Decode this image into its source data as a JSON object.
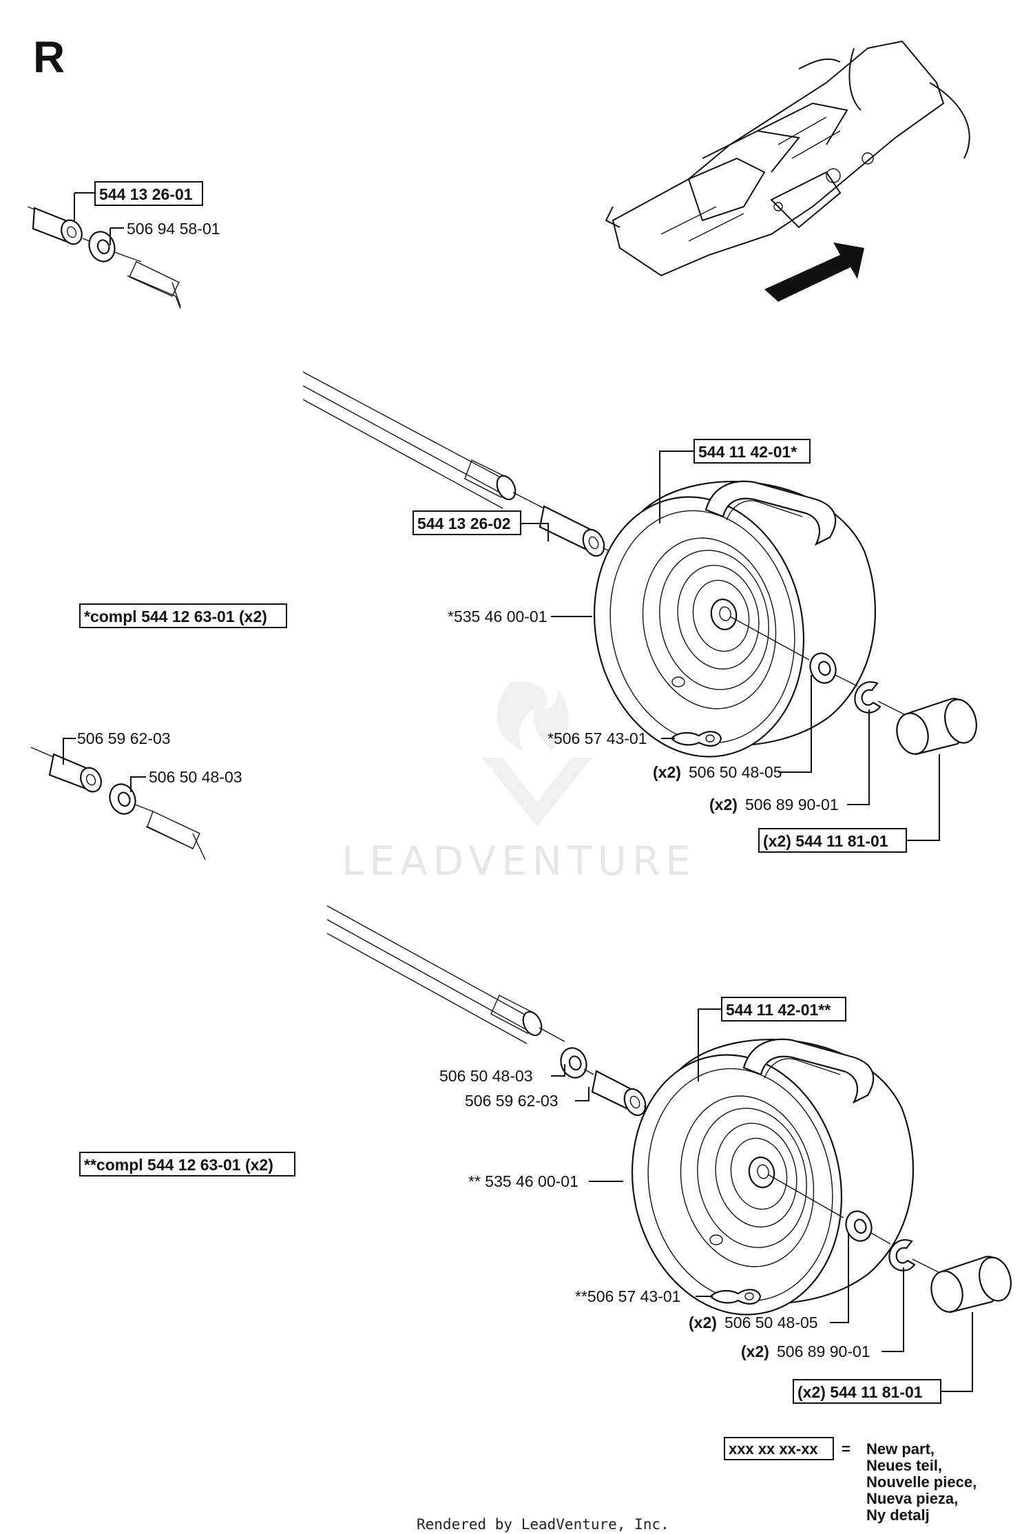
{
  "section_letter": "R",
  "watermark": "LEADVENTURE",
  "footer": "Rendered by LeadVenture, Inc.",
  "callouts": {
    "top_left_bushing": "544 13 26-01",
    "top_left_washer": "506 94 58-01",
    "a_kit": "*compl 544 12 63-01 (x2)",
    "a_wheel": "544 11 42-01*",
    "a_bushing": "544 13 26-02",
    "a_tire": "*535 46 00-01",
    "a_valve": "*506 57 43-01",
    "a_washer_qty": "(x2)",
    "a_washer": "506 50 48-05",
    "a_clip_qty": "(x2)",
    "a_clip": "506 89 90-01",
    "a_cap": "(x2) 544 11 81-01",
    "mid_left_bushing": "506 59 62-03",
    "mid_left_washer": "506 50 48-03",
    "b_kit": "**compl 544 12 63-01 (x2)",
    "b_wheel": "544 11 42-01**",
    "b_washer_small": "506 50 48-03",
    "b_bushing": "506 59 62-03",
    "b_tire": "** 535 46 00-01",
    "b_valve": "**506 57 43-01",
    "b_washer_qty": "(x2)",
    "b_washer": "506 50 48-05",
    "b_clip_qty": "(x2)",
    "b_clip": "506 89 90-01",
    "b_cap": "(x2) 544 11 81-01"
  },
  "legend": {
    "key": "xxx xx xx-xx",
    "equals": "=",
    "lines": [
      "New part,",
      "Neues teil,",
      "Nouvelle piece,",
      "Nueva pieza,",
      "Ny detalj"
    ]
  }
}
